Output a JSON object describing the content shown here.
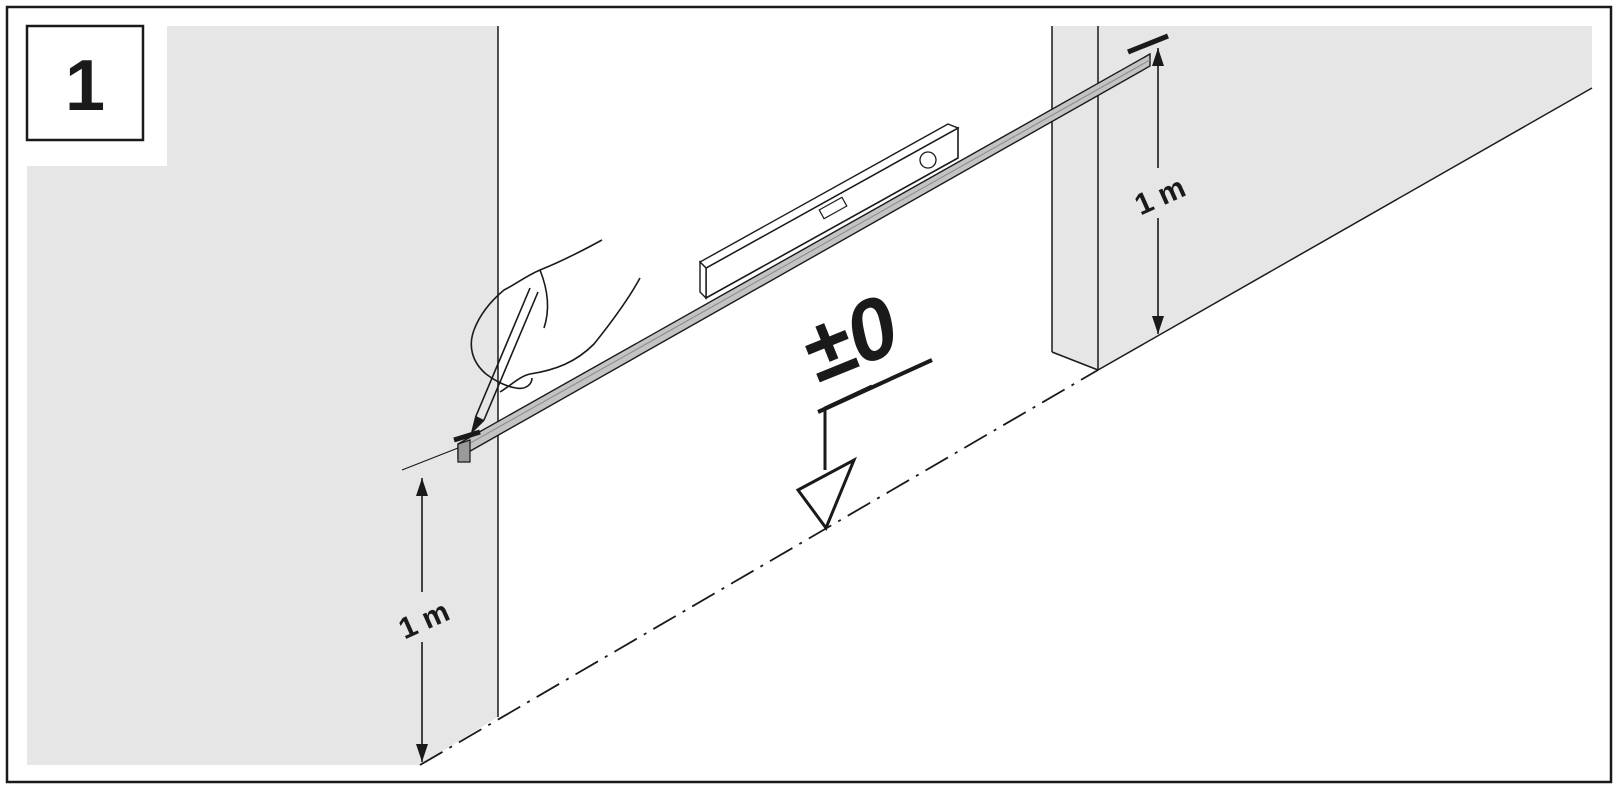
{
  "step": {
    "number": "1"
  },
  "dimensions": {
    "left_height": "1 m",
    "right_height": "1 m"
  },
  "reference": {
    "level_label": "±0"
  },
  "colors": {
    "wall": "#e6e6e7",
    "line": "#1a1a1a",
    "rail": "#bdbdbd",
    "background": "#ffffff"
  }
}
